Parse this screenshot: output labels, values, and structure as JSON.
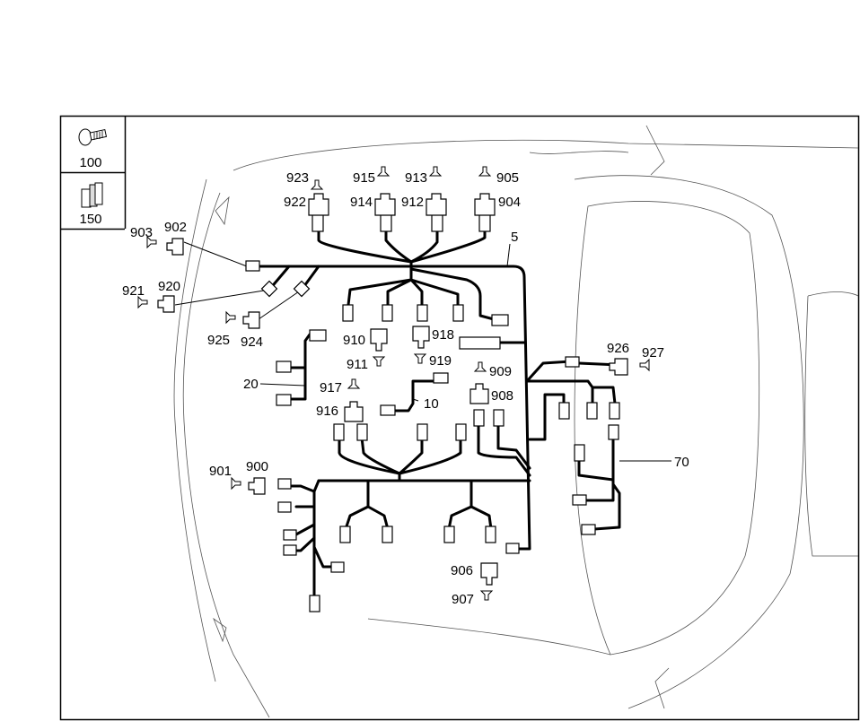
{
  "legend": [
    {
      "part": "100",
      "icon": "screw-icon"
    },
    {
      "part": "150",
      "icon": "clip-icon"
    }
  ],
  "callouts": {
    "c923": "923",
    "c915": "915",
    "c913": "913",
    "c905": "905",
    "c922": "922",
    "c914": "914",
    "c912": "912",
    "c904": "904",
    "c903": "903",
    "c902": "902",
    "c921": "921",
    "c920": "920",
    "c925": "925",
    "c924": "924",
    "c5": "5",
    "c910": "910",
    "c918": "918",
    "c911": "911",
    "c919": "919",
    "c909": "909",
    "c908": "908",
    "c917": "917",
    "c916": "916",
    "c10": "10",
    "c20": "20",
    "c926": "926",
    "c927": "927",
    "c70": "70",
    "c901": "901",
    "c900": "900",
    "c906": "906",
    "c907": "907"
  }
}
